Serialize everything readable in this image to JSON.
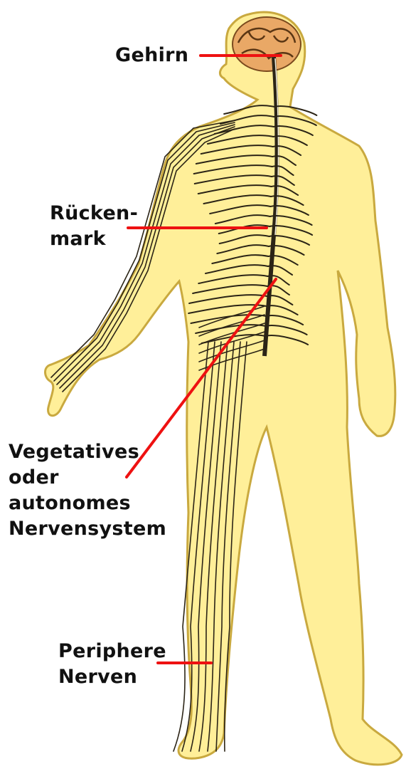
{
  "labels": {
    "gehirn": "Gehirn",
    "rueckenmark": [
      "Rücken-",
      "mark"
    ],
    "vegetatives": [
      "Vegetatives",
      "oder",
      "autonomes",
      "Nervensystem"
    ],
    "periphere": [
      "Periphere",
      "Nerven"
    ]
  },
  "colors": {
    "body_fill": "#ffef99",
    "body_outline": "#c9a93f",
    "nerve": "#2b2416",
    "pointer_line": "#ee1111",
    "brain": "#e9a866"
  }
}
